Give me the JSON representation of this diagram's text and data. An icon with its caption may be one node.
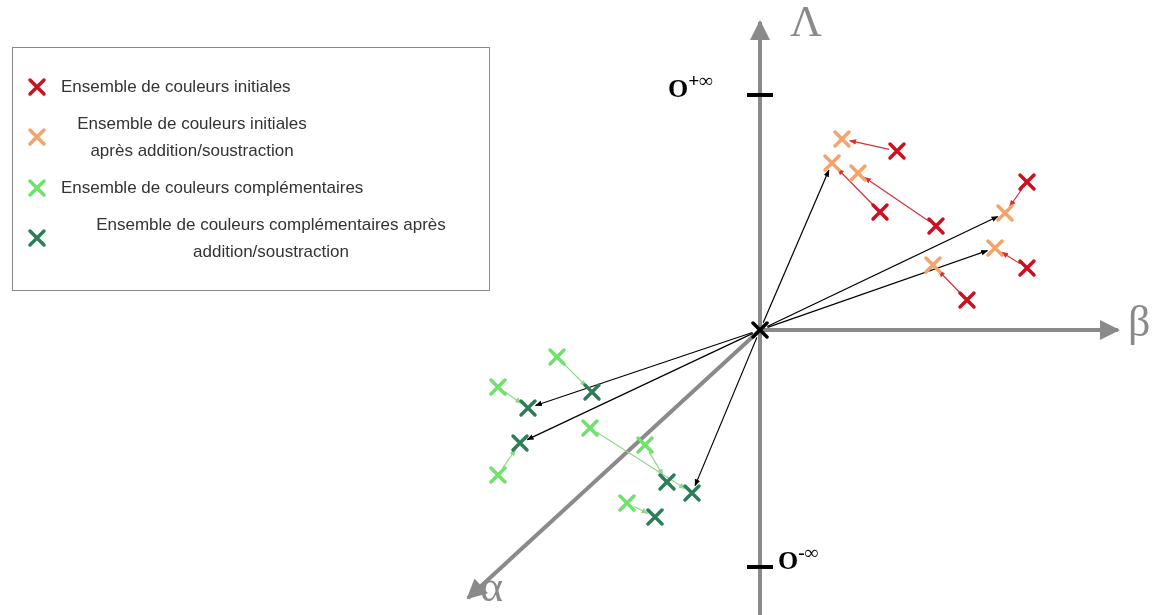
{
  "diagram": {
    "nodes": [
      {
        "text": [],
        "shape": "cross"
      },
      {
        "text": [],
        "shape": "cross"
      },
      {
        "text": [],
        "shape": "cross"
      },
      {
        "text": [],
        "shape": "cross"
      },
      {
        "text": [],
        "shape": "cross"
      },
      {
        "text": [],
        "shape": "cross"
      },
      {
        "text": [],
        "shape": "cross"
      },
      {
        "text": [],
        "shape": "cross"
      },
      {
        "text": [],
        "shape": "cross"
      },
      {
        "text": [],
        "shape": "cross"
      },
      {
        "text": [],
        "shape": "cross"
      },
      {
        "text": [],
        "shape": "cross"
      },
      {
        "text": [],
        "shape": "cross"
      },
      {
        "text": [],
        "shape": "cross"
      },
      {
        "text": [],
        "shape": "cross"
      },
      {
        "text": [],
        "shape": "cross"
      },
      {
        "text": [],
        "shape": "cross"
      },
      {
        "text": [],
        "shape": "cross"
      },
      {
        "text": [],
        "shape": "cross"
      },
      {
        "text": [],
        "shape": "cross"
      },
      {
        "text": [],
        "shape": "cross"
      },
      {
        "text": [],
        "shape": "cross"
      },
      {
        "text": [],
        "shape": "cross"
      },
      {
        "text": [],
        "shape": "cross"
      },
      {
        "text": [],
        "shape": "cross"
      }
    ],
    "edges": [
      {
        "from": 2,
        "to": 1,
        "arrow": "to",
        "color": "#d83030"
      },
      {
        "from": 6,
        "to": 3,
        "arrow": "to",
        "color": "#d83030"
      },
      {
        "from": 8,
        "to": 4,
        "arrow": "to",
        "color": "#d83030"
      },
      {
        "from": 5,
        "to": 7,
        "arrow": "to",
        "color": "#d83030"
      },
      {
        "from": 11,
        "to": 9,
        "arrow": "to",
        "color": "#d83030"
      },
      {
        "from": 12,
        "to": 10,
        "arrow": "to",
        "color": "#d83030"
      },
      {
        "from": 0,
        "to": 3,
        "arrow": "to",
        "color": "#000000"
      },
      {
        "from": 0,
        "to": 7,
        "arrow": "to",
        "color": "#000000"
      },
      {
        "from": 0,
        "to": 9,
        "arrow": "to",
        "color": "#000000"
      },
      {
        "from": 0,
        "to": 16,
        "arrow": "to",
        "color": "#000000"
      },
      {
        "from": 0,
        "to": 18,
        "arrow": "to",
        "color": "#000000"
      },
      {
        "from": 0,
        "to": 22,
        "arrow": "to",
        "color": "#000000"
      },
      {
        "from": 13,
        "to": 15,
        "arrow": "to",
        "color": "#8ed88a"
      },
      {
        "from": 14,
        "to": 16,
        "arrow": "to",
        "color": "#8ed88a"
      },
      {
        "from": 20,
        "to": 18,
        "arrow": "to",
        "color": "#8ed88a"
      },
      {
        "from": 17,
        "to": 22,
        "arrow": "to",
        "color": "#8ed88a"
      },
      {
        "from": 19,
        "to": 21,
        "arrow": "to",
        "color": "#8ed88a"
      },
      {
        "from": 23,
        "to": 24,
        "arrow": "to",
        "color": "#8ed88a"
      }
    ],
    "labels": [
      "Λ",
      "O$^{+∞}$",
      "β",
      "O$^{-∞}$",
      "α"
    ],
    "legend": [
      {
        "text": "Ensemble de couleurs initiales",
        "color": "#cc1020"
      },
      {
        "text": "Ensemble de couleurs initiales après addition/soustraction",
        "color": "#f4a46a"
      },
      {
        "text": "Ensemble de couleurs complémentaires",
        "color": "#6ee26a"
      },
      {
        "text": "Ensemble de couleurs complémentaires après addition/soustraction",
        "color": "#2e7d5a"
      }
    ]
  }
}
